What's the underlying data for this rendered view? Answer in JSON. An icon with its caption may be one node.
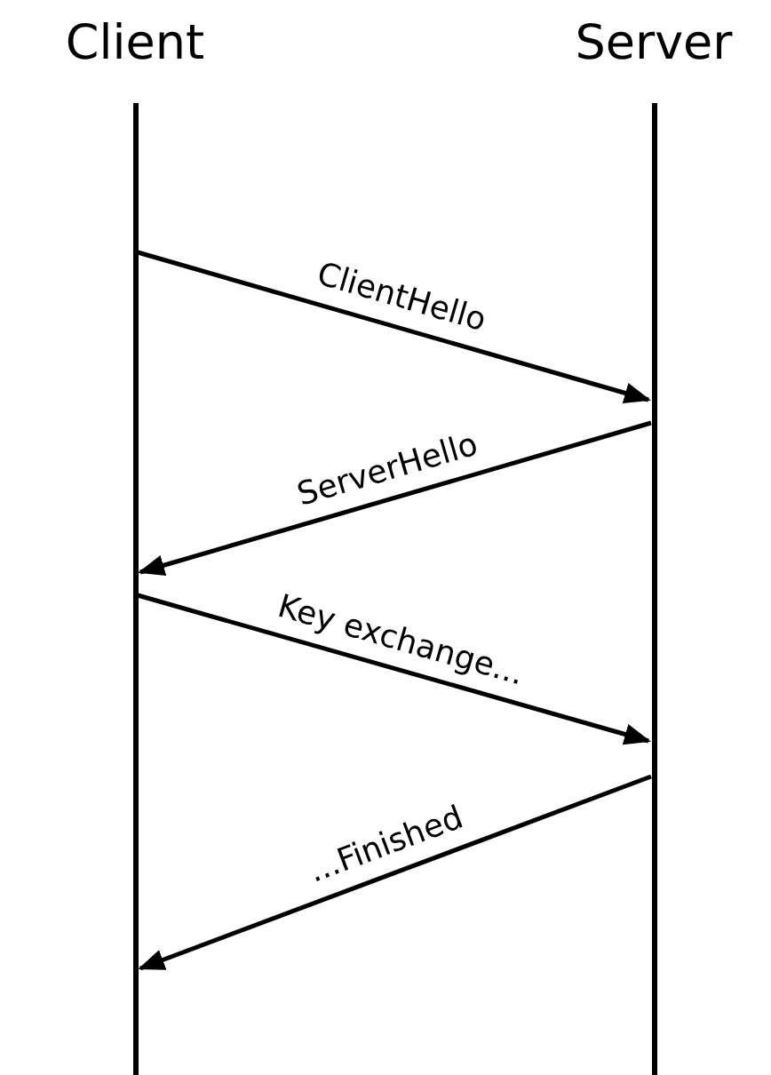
{
  "diagram": {
    "nodes": [
      {
        "text": [
          "Client"
        ]
      },
      {
        "text": [
          "Server"
        ]
      }
    ],
    "edges": [
      {
        "from": 0,
        "to": 1,
        "arrow": "to",
        "label": "ClientHello"
      },
      {
        "from": 1,
        "to": 0,
        "arrow": "to",
        "label": "ServerHello"
      },
      {
        "from": 0,
        "to": 1,
        "arrow": "to",
        "label": "Key exchange..."
      },
      {
        "from": 1,
        "to": 0,
        "arrow": "to",
        "label": "...Finished"
      }
    ]
  }
}
